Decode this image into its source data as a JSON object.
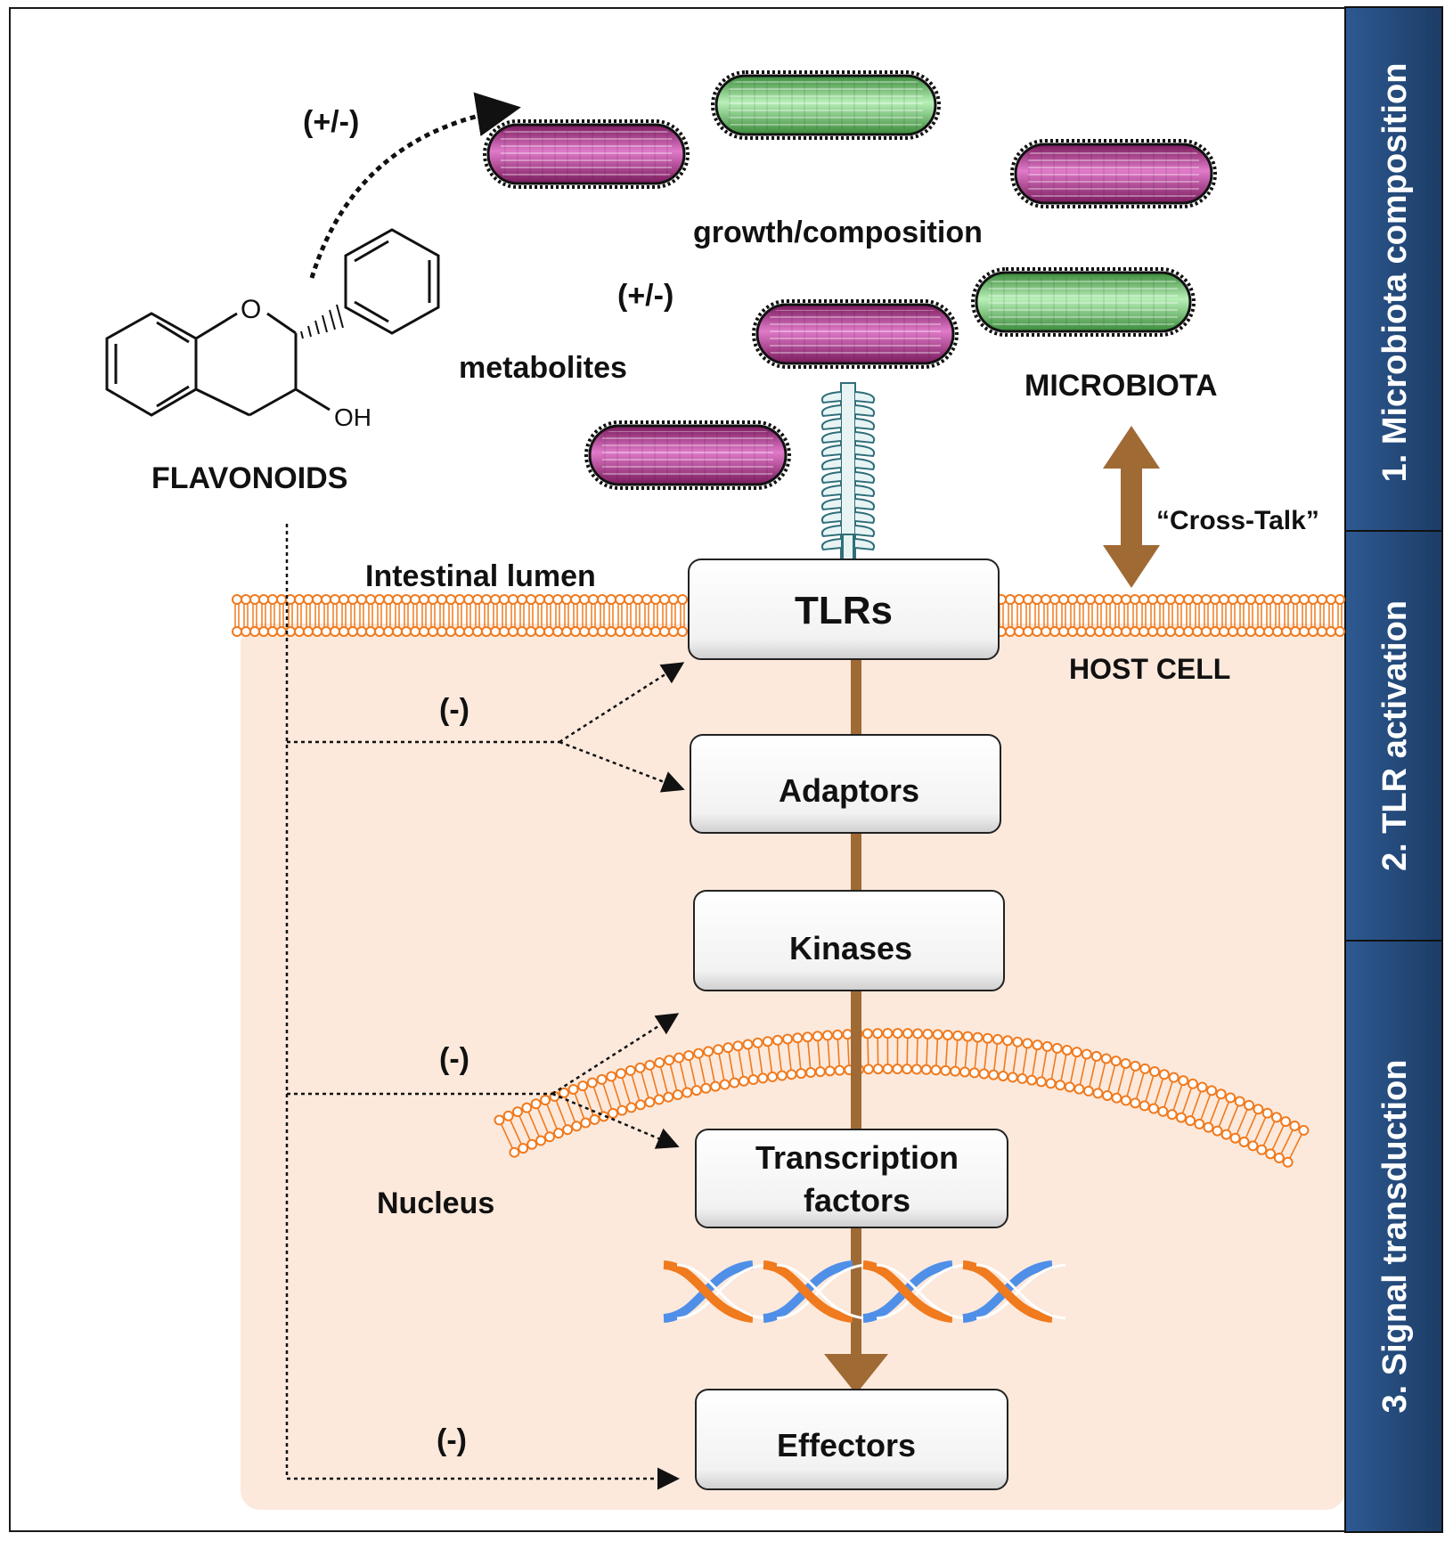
{
  "diagram": {
    "flavonoids_label": "FLAVONOIDS",
    "molecule_oh": "OH",
    "molecule_o": "O",
    "effect_top": "(+/-)",
    "effect_metabolites": "(+/-)",
    "growth_label": "growth/composition",
    "metabolites_label": "metabolites",
    "microbiota_label": "MICROBIOTA",
    "crosstalk_label": "“Cross-Talk”",
    "lumen_label": "Intestinal lumen",
    "hostcell_label": "HOST CELL",
    "nucleus_label": "Nucleus",
    "inhibit_1": "(-)",
    "inhibit_2": "(-)",
    "inhibit_3": "(-)",
    "boxes": {
      "tlrs": "TLRs",
      "adaptors": "Adaptors",
      "kinases": "Kinases",
      "transcription_line1": "Transcription",
      "transcription_line2": "factors",
      "effectors": "Effectors"
    },
    "panels": {
      "p1": "1. Microbiota composition",
      "p2": "2. TLR activation",
      "p3": "3. Signal transduction"
    },
    "colors": {
      "bacteria_pink": "#c0419e",
      "bacteria_green": "#7fd37f",
      "membrane": "#f07a1e",
      "cell_fill": "#fce9dc",
      "pathway_arrow": "#a06a35",
      "panel_blue": "#24497a",
      "dna_orange": "#f07a1e",
      "dna_blue": "#4f8fe8",
      "receptor": "#2f6f7a"
    }
  }
}
